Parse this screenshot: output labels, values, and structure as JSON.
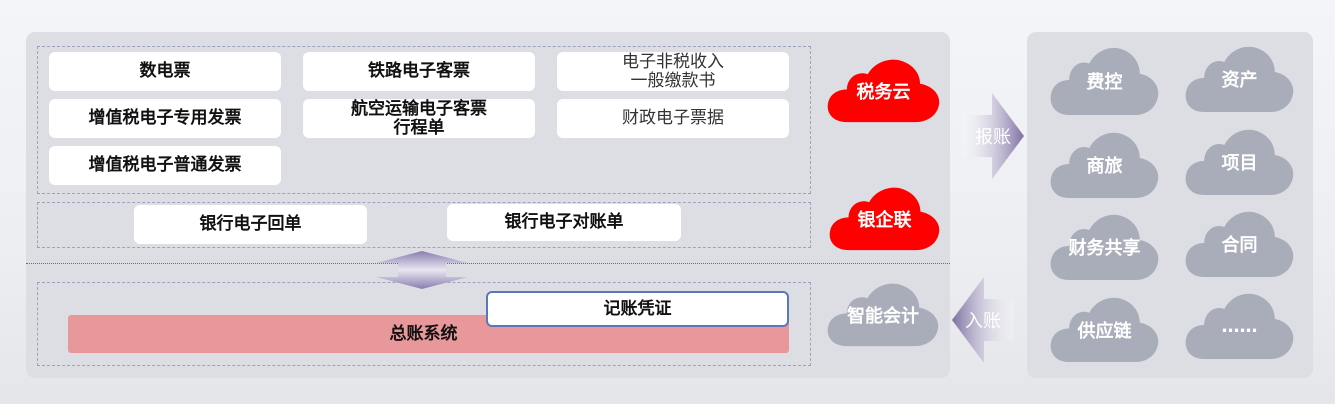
{
  "tax_section": {
    "items": [
      "数电票",
      "铁路电子客票",
      "电子非税收入\n一般缴款书",
      "增值税电子专用发票",
      "航空运输电子客票\n行程单",
      "财政电子票据",
      "增值税电子普通发票"
    ]
  },
  "bank_section": {
    "items": [
      "银行电子回单",
      "银行电子对账单"
    ]
  },
  "ledger_section": {
    "ledger": "总账系统",
    "voucher": "记账凭证"
  },
  "clouds_left": [
    "税务云",
    "银企联",
    "智能会计"
  ],
  "arrows": {
    "reimburse": "报账",
    "post": "入账"
  },
  "clouds_right": [
    "费控",
    "资产",
    "商旅",
    "项目",
    "财务共享",
    "合同",
    "供应链",
    "……"
  ],
  "colors": {
    "red_cloud": "#ff0000",
    "grey_cloud": "#a9adb9",
    "ledger_bar": "#e8979b",
    "voucher_border": "#5a78b8"
  }
}
